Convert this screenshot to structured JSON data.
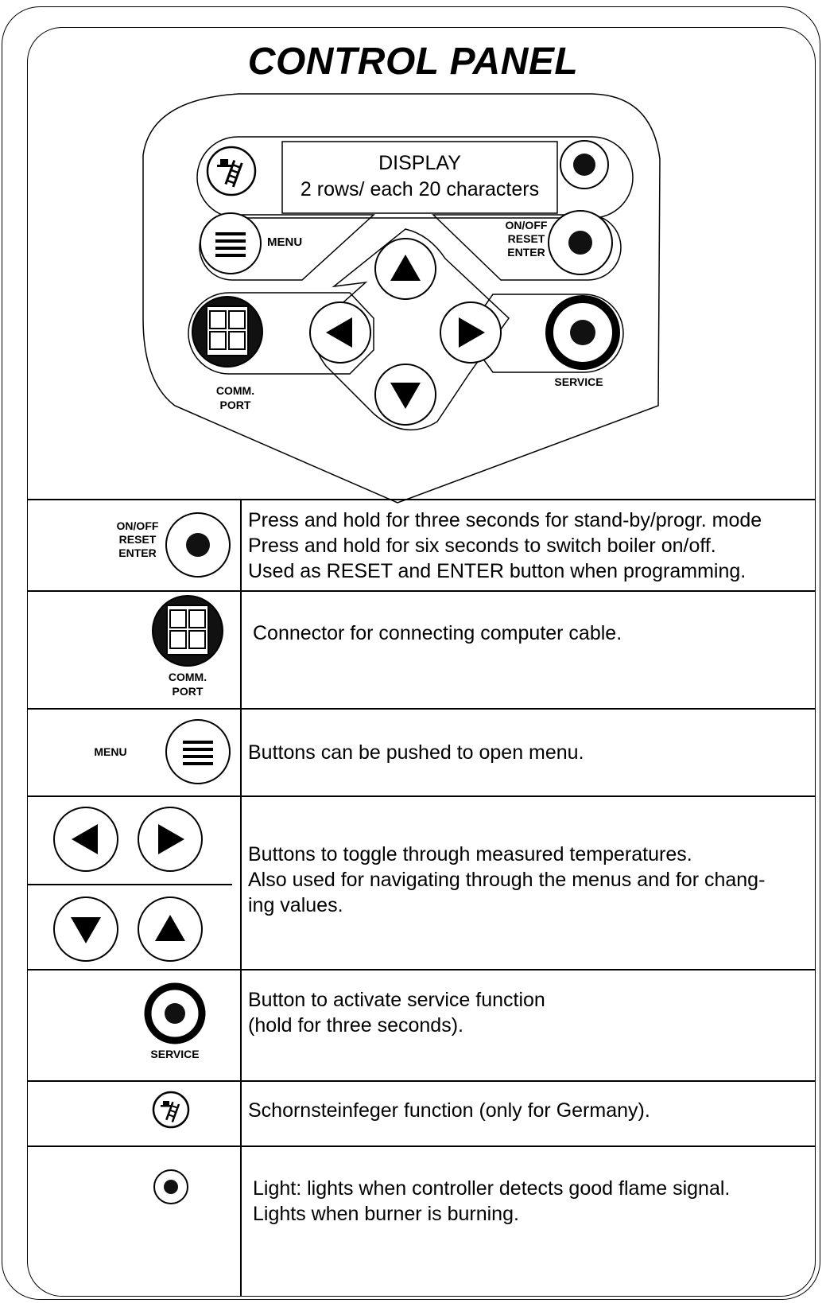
{
  "title": "CONTROL PANEL",
  "panel": {
    "display_line1": "DISPLAY",
    "display_line2": "2 rows/ each 20 characters",
    "menu_label": "MENU",
    "onoff_labels": [
      "ON/OFF",
      "RESET",
      "ENTER"
    ],
    "comm_labels": [
      "COMM.",
      "PORT"
    ],
    "service_label": "SERVICE"
  },
  "rows": [
    {
      "id": "onoff",
      "icon_labels": [
        "ON/OFF",
        "RESET",
        "ENTER"
      ],
      "lines": [
        "Press and hold for three seconds for stand-by/progr. mode",
        "Press and hold for six seconds to switch boiler on/off.",
        "Used as RESET and ENTER button when programming."
      ]
    },
    {
      "id": "comm",
      "icon_labels": [
        "COMM.",
        "PORT"
      ],
      "lines": [
        "Connector for connecting computer cable."
      ]
    },
    {
      "id": "menu",
      "icon_labels": [
        "MENU"
      ],
      "lines": [
        "Buttons can be pushed to open menu."
      ]
    },
    {
      "id": "arrows",
      "icon_labels": [],
      "lines": [
        "Buttons to toggle through measured temperatures.",
        "Also used for navigating through the menus and for chang-",
        "ing values."
      ]
    },
    {
      "id": "service",
      "icon_labels": [
        "SERVICE"
      ],
      "lines": [
        "Button to activate service function",
        "(hold for three seconds)."
      ]
    },
    {
      "id": "schornstein",
      "icon_labels": [],
      "lines": [
        "Schornsteinfeger function (only for Germany)."
      ]
    },
    {
      "id": "light",
      "icon_labels": [],
      "lines": [
        "Light: lights when controller detects good flame signal.",
        "Lights when burner is burning."
      ]
    }
  ]
}
